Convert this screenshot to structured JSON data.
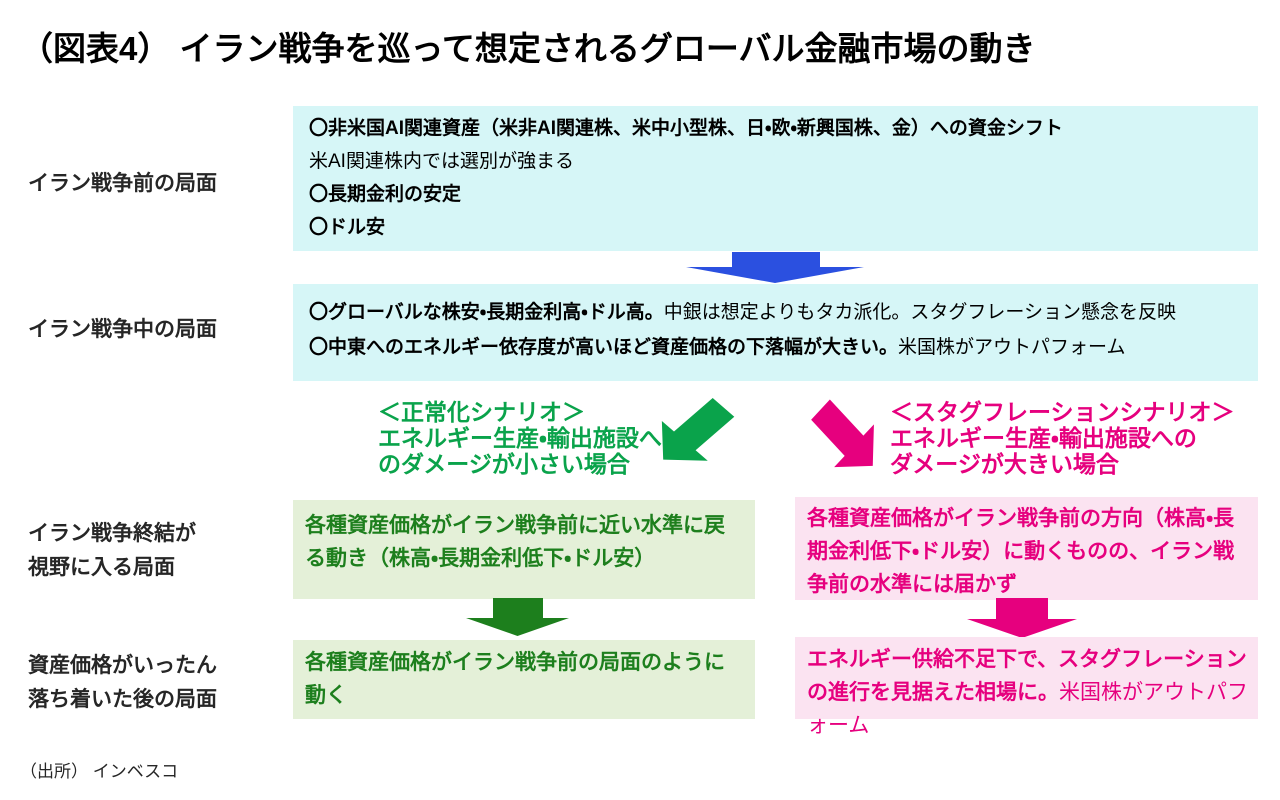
{
  "title": "（図表4） イラン戦争を巡って想定されるグローバル金融市場の動き",
  "source": "（出所） インベスコ",
  "colors": {
    "cyan_box_bg": "#d6f6f7",
    "green_box_bg": "#e4f0d8",
    "pink_box_bg": "#fbe3f1",
    "blue_arrow": "#2b50e0",
    "scenario_green": "#0aa34b",
    "dark_green": "#1d7f1d",
    "magenta_pink": "#e6007e",
    "body_text": "#262626"
  },
  "icons": {
    "blue_down_arrow": "wide flat downward arrow between phase boxes",
    "green_diagonal_arrow": "thick arrow pointing down-left (normalization path)",
    "pink_diagonal_arrow": "thick arrow pointing down-right (stagflation path)",
    "green_down_arrow": "downward arrow between green boxes",
    "pink_down_arrow": "downward arrow between pink boxes"
  },
  "phase_labels": {
    "pre": "イラン戦争前の局面",
    "during": "イラン戦争中の局面",
    "end_l1": "イラン戦争終結が",
    "end_l2": "視野に入る局面",
    "settled_l1": "資産価格がいったん",
    "settled_l2": "落ち着いた後の局面"
  },
  "pre_war_box": {
    "line1": "〇非米国AI関連資産（米非AI関連株、米中小型株、日・欧・新興国株、金）への資金シフト",
    "line2": "米AI関連株内では選別が強まる",
    "line3": "〇長期金利の安定",
    "line4": "〇ドル安"
  },
  "during_war_box": {
    "line1_bold": "〇グローバルな株安・長期金利高・ドル高。",
    "line1_normal": "中銀は想定よりもタカ派化。スタグフレーション懸念を反映",
    "line2_bold": "〇中東へのエネルギー依存度が高いほど資産価格の下落幅が大きい。",
    "line2_normal": "米国株がアウトパフォーム"
  },
  "normalization_scenario": {
    "line1": "＜正常化シナリオ＞",
    "line2": "エネルギー生産・輸出施設へ",
    "line3": "のダメージが小さい場合"
  },
  "stagflation_scenario": {
    "line1": "＜スタグフレーションシナリオ＞",
    "line2": "エネルギー生産・輸出施設への",
    "line3": "ダメージが大きい場合"
  },
  "war_end_green_box": "各種資産価格がイラン戦争前に近い水準に戻る動き（株高・長期金利低下・ドル安）",
  "war_end_pink_box": "各種資産価格がイラン戦争前の方向（株高・長期金利低下・ドル安）に動くものの、イラン戦争前の水準には届かず",
  "settled_green_box": "各種資産価格がイラン戦争前の局面のように動く",
  "settled_pink_box": {
    "bold": "エネルギー供給不足下で、スタグフレーションの進行を見据えた相場に。",
    "normal": "米国株がアウトパフォーム"
  }
}
